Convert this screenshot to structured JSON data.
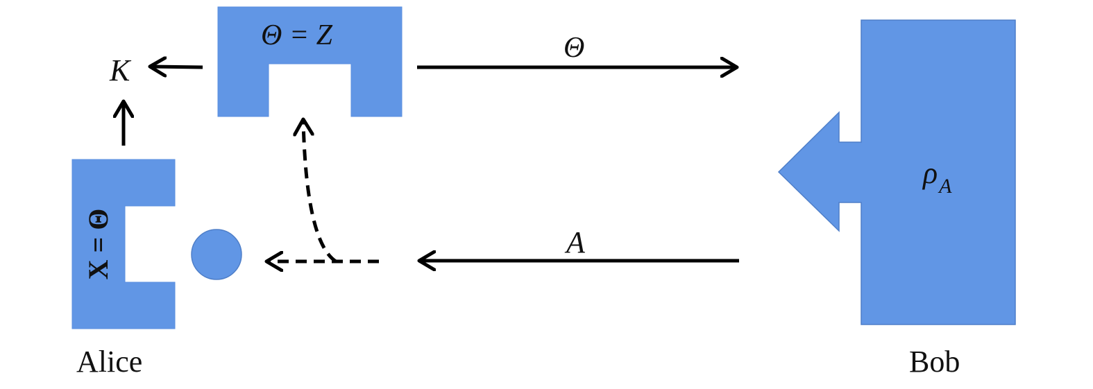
{
  "diagram": {
    "colors": {
      "box_fill": "#6196E5",
      "box_stroke": "#4F7FC9",
      "arrow": "#000000"
    },
    "labels": {
      "theta_eq_z": "Θ = Z",
      "x_eq_theta": "X = Θ",
      "k": "K",
      "theta_edge": "Θ",
      "a_edge": "A",
      "rho": "ρ",
      "rho_sub": "A",
      "alice": "Alice",
      "bob": "Bob"
    }
  }
}
